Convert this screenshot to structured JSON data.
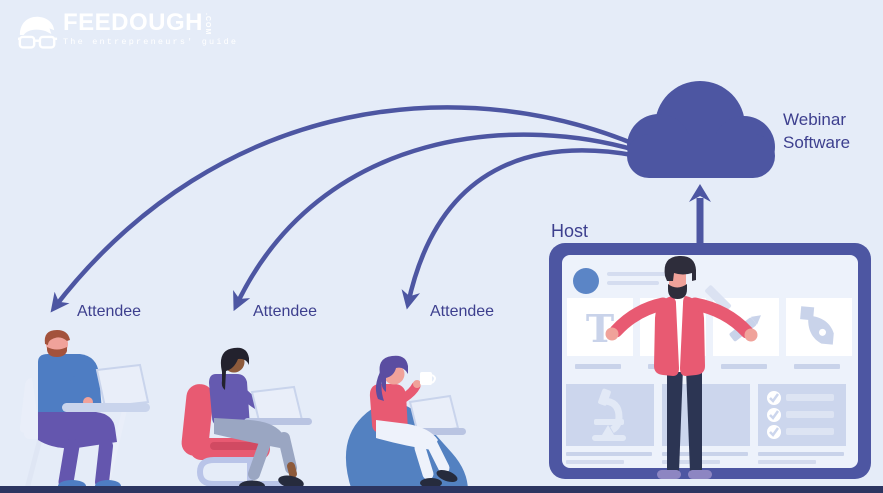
{
  "logo": {
    "brand": "FEEDOUGH",
    "tld": ".COM",
    "tagline": "The entrepreneurs' guide"
  },
  "cloud": {
    "label": "Webinar\nSoftware"
  },
  "host": {
    "label": "Host"
  },
  "attendees": [
    {
      "label": "Attendee"
    },
    {
      "label": "Attendee"
    },
    {
      "label": "Attendee"
    }
  ],
  "presentation": {
    "card_letter": "T"
  },
  "colors": {
    "background": "#e5ecf8",
    "indigo": "#4d56a2",
    "label_text": "#3d3f8e",
    "pink": "#e85a72",
    "navy_pants": "#2c3553",
    "footer_bar": "#2c3561",
    "blue": "#4e7dc3",
    "screen_inner": "#edf2fb",
    "card_icon": "#c9d3ea",
    "logo_white": "#ffffff"
  }
}
